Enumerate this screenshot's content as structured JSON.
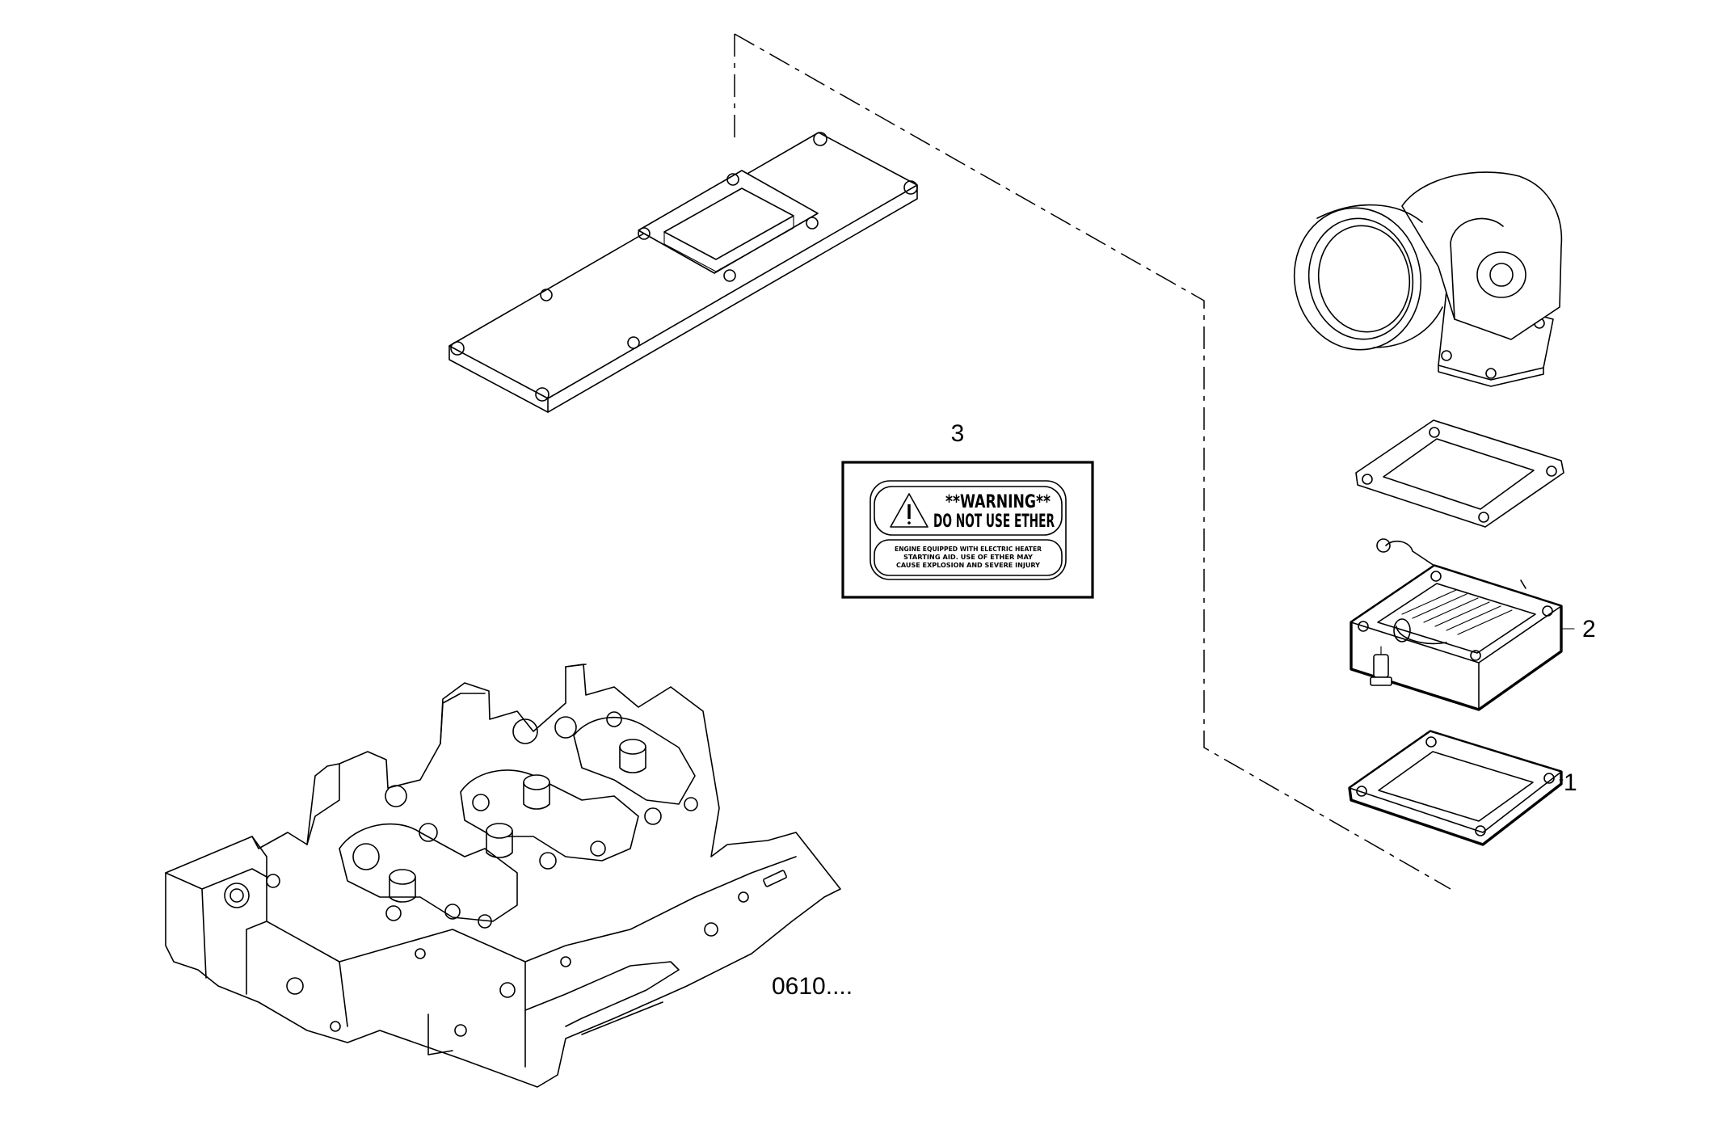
{
  "diagram": {
    "callouts": [
      {
        "id": "1",
        "part": "gasket"
      },
      {
        "id": "2",
        "part": "electric-heater"
      },
      {
        "id": "3",
        "part": "warning-decal"
      }
    ],
    "reference_code": "0610....",
    "decal": {
      "heading_1": "**WARNING**",
      "heading_2": "DO NOT USE ETHER",
      "fine_1": "ENGINE EQUIPPED WITH ELECTRIC HEATER",
      "fine_2": "STARTING AID. USE OF ETHER MAY",
      "fine_3": "CAUSE EXPLOSION AND SEVERE INJURY"
    }
  }
}
